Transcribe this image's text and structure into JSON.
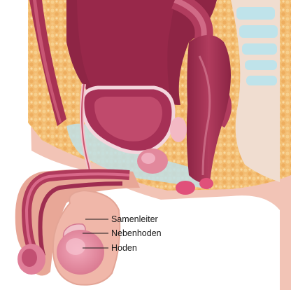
{
  "labels": {
    "samenleiter": "Samenleiter",
    "nebenhoden": "Nebenhoden",
    "hoden": "Hoden"
  },
  "colors": {
    "skin": "#f2c4b6",
    "skin_dark": "#e3a596",
    "fat": "#f1b86a",
    "organ": "#b03a5b",
    "organ_dark": "#7e1f3c",
    "organ_light": "#d4778f",
    "fluid": "#bfe0e8",
    "label_line": "#1a1a1a"
  }
}
